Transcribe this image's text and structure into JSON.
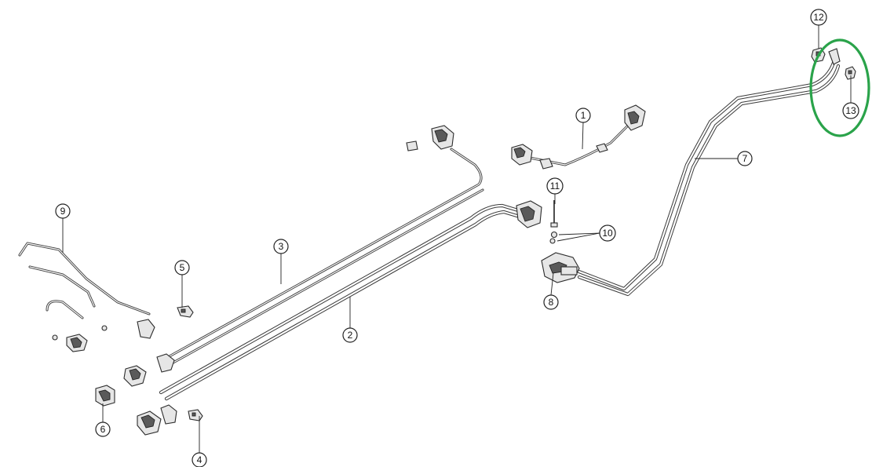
{
  "diagram": {
    "callouts": [
      {
        "id": "c1",
        "label": "1"
      },
      {
        "id": "c2",
        "label": "2"
      },
      {
        "id": "c3",
        "label": "3"
      },
      {
        "id": "c4",
        "label": "4"
      },
      {
        "id": "c5",
        "label": "5"
      },
      {
        "id": "c6",
        "label": "6"
      },
      {
        "id": "c7",
        "label": "7"
      },
      {
        "id": "c8",
        "label": "8"
      },
      {
        "id": "c9",
        "label": "9"
      },
      {
        "id": "c10",
        "label": "10"
      },
      {
        "id": "c11",
        "label": "11"
      },
      {
        "id": "c12",
        "label": "12"
      },
      {
        "id": "c13",
        "label": "13"
      }
    ],
    "colors": {
      "line": "#3a3a3a",
      "highlight": "#2aa34a",
      "background": "#ffffff"
    }
  }
}
